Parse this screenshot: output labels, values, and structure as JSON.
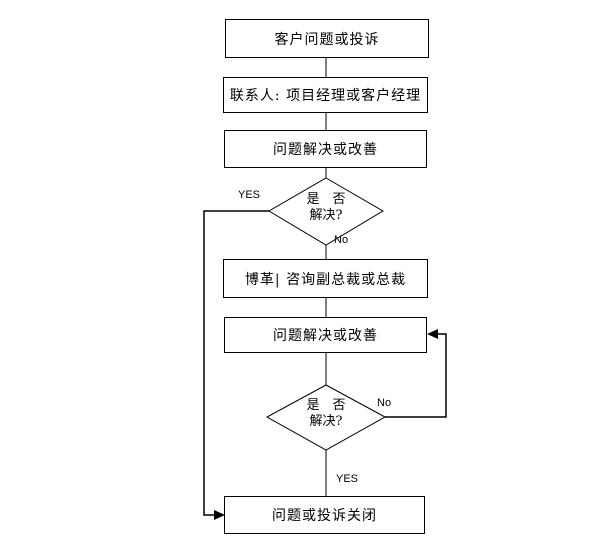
{
  "colors": {
    "line": "#000000",
    "background": "#ffffff",
    "node_fill": "#ffffff",
    "text": "#000000"
  },
  "nodes": {
    "box1": {
      "label": "客户问题或投诉"
    },
    "box2": {
      "label": "联系人: 项目经理或客户经理"
    },
    "box3": {
      "label": "问题解决或改善"
    },
    "diamond1": {
      "line1": "是　否",
      "line2": "解决?"
    },
    "box4": {
      "label": "博革| 咨询副总裁或总裁"
    },
    "box5": {
      "label": "问题解决或改善"
    },
    "diamond2": {
      "line1": "是　否",
      "line2": "解决?"
    },
    "box6": {
      "label": "问题或投诉关闭"
    }
  },
  "edge_labels": {
    "diamond1_yes": "YES",
    "diamond1_no": "No",
    "diamond2_no": "No",
    "diamond2_yes": "YES"
  }
}
